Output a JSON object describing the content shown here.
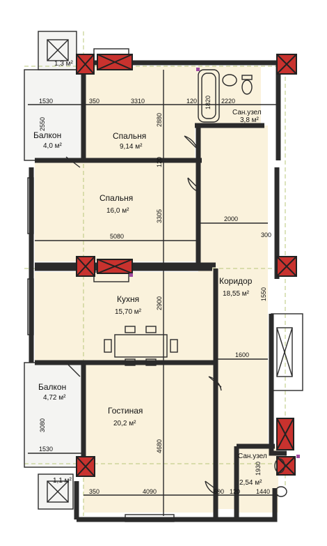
{
  "rooms": {
    "balcony_top": {
      "area": "1,3 м²"
    },
    "balcony_left_upper": {
      "name": "Балкон",
      "area": "4,0 м²"
    },
    "bedroom_small": {
      "name": "Спальня",
      "area": "9,14 м²"
    },
    "bathroom_top": {
      "name": "Сан.узел",
      "area": "3,8 м²"
    },
    "bedroom_large": {
      "name": "Спальня",
      "area": "16,0 м²"
    },
    "kitchen": {
      "name": "Кухня",
      "area": "15,70 м²"
    },
    "corridor": {
      "name": "Коридор",
      "area": "18,55 м²"
    },
    "balcony_left_lower": {
      "name": "Балкон",
      "area": "4,72 м²"
    },
    "living_room": {
      "name": "Гостиная",
      "area": "20,2 м²"
    },
    "bathroom_bottom": {
      "name": "Сан.узел",
      "area": "2,54 м²"
    },
    "balcony_bottom": {
      "area": "1,1 м²"
    }
  },
  "dimensions": {
    "d1530_top": "1530",
    "d350_top": "350",
    "d3310": "3310",
    "d120_top": "120",
    "d2220": "2220",
    "d1820": "1820",
    "d2550": "2550",
    "d2880": "2880",
    "d120_mid": "120",
    "d3305": "3305",
    "d2000": "2000",
    "d5080": "5080",
    "d2900": "2900",
    "d1550": "1550",
    "d1600": "1600",
    "d3080": "3080",
    "d4680": "4680",
    "d1530_bottom": "1530",
    "d1930": "1930",
    "d350_bottom": "350",
    "d4090": "4090",
    "d600": "600",
    "d120_bottom": "120",
    "d1440": "1440",
    "d300": "300"
  },
  "colors": {
    "floor": "#faf2dc",
    "wall": "#2b2b2b",
    "column": "#c8322e",
    "axis": "#b8c77a"
  }
}
